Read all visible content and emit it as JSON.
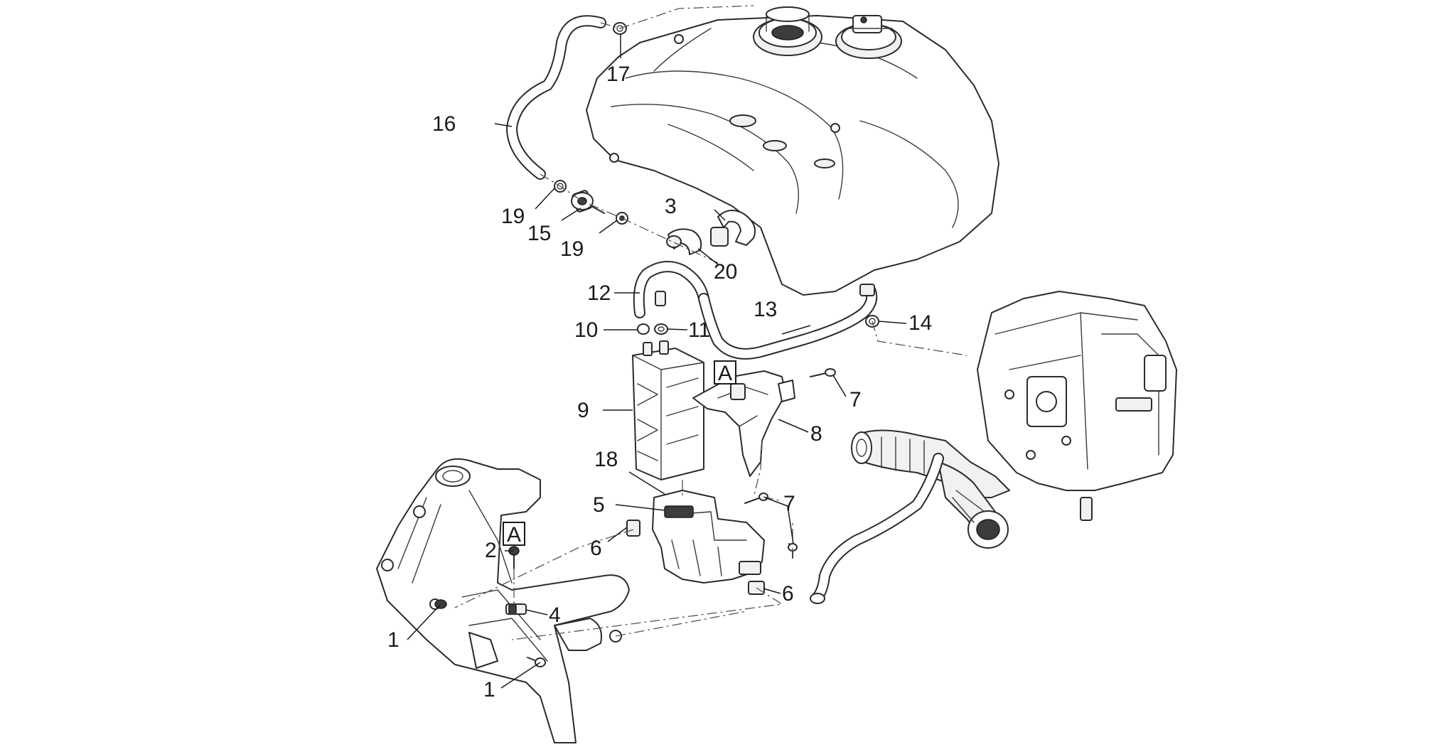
{
  "diagram": {
    "part_labels": [
      {
        "id": "label-1a",
        "text": "1"
      },
      {
        "id": "label-1b",
        "text": "1"
      },
      {
        "id": "label-2",
        "text": "2"
      },
      {
        "id": "label-3",
        "text": "3"
      },
      {
        "id": "label-4",
        "text": "4"
      },
      {
        "id": "label-5",
        "text": "5"
      },
      {
        "id": "label-6a",
        "text": "6"
      },
      {
        "id": "label-6b",
        "text": "6"
      },
      {
        "id": "label-7a",
        "text": "7"
      },
      {
        "id": "label-7b",
        "text": "7"
      },
      {
        "id": "label-8",
        "text": "8"
      },
      {
        "id": "label-9",
        "text": "9"
      },
      {
        "id": "label-10",
        "text": "10"
      },
      {
        "id": "label-11",
        "text": "11"
      },
      {
        "id": "label-12",
        "text": "12"
      },
      {
        "id": "label-13",
        "text": "13"
      },
      {
        "id": "label-14",
        "text": "14"
      },
      {
        "id": "label-15",
        "text": "15"
      },
      {
        "id": "label-16",
        "text": "16"
      },
      {
        "id": "label-17",
        "text": "17"
      },
      {
        "id": "label-18",
        "text": "18"
      },
      {
        "id": "label-19a",
        "text": "19"
      },
      {
        "id": "label-19b",
        "text": "19"
      },
      {
        "id": "label-20",
        "text": "20"
      }
    ],
    "reference_markers": [
      {
        "id": "ref-a-bracket",
        "text": "A"
      },
      {
        "id": "ref-a-frame",
        "text": "A"
      }
    ]
  }
}
